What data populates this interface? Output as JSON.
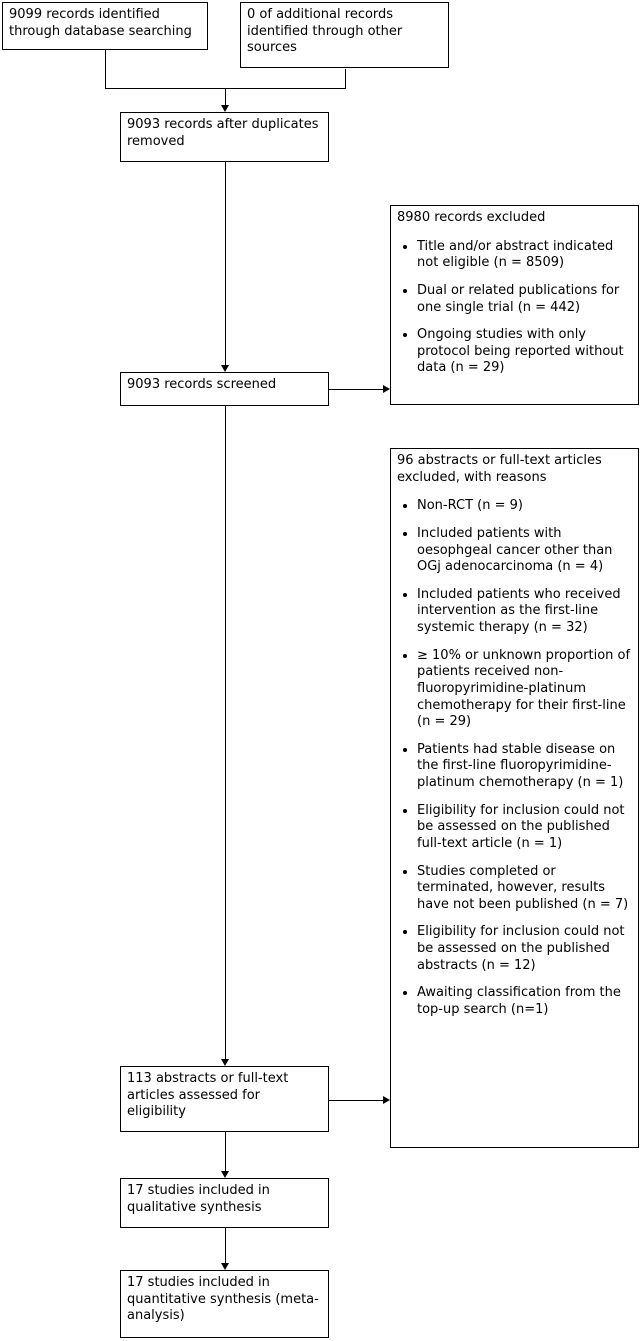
{
  "diagram": {
    "boxes": {
      "db_search": {
        "text": "9099 records identified through database searching"
      },
      "other_sources": {
        "text": "0 of additional records identified through other sources"
      },
      "after_duplicates": {
        "text": "9093 records after duplicates removed"
      },
      "screened": {
        "text": "9093 records screened"
      },
      "records_excluded": {
        "title": "8980 records excluded",
        "bullets": [
          "Title and/or abstract indicated not eligible (n = 8509)",
          "Dual or related publications for one single trial (n = 442)",
          "Ongoing studies with only protocol being reported without data (n = 29)"
        ]
      },
      "assessed": {
        "text": "113 abstracts or full-text articles assessed for eligibility"
      },
      "articles_excluded": {
        "title": "96 abstracts or full-text articles excluded, with reasons",
        "bullets": [
          "Non-RCT (n = 9)",
          "Included patients with oesophgeal cancer other than OGj adenocarcinoma (n = 4)",
          "Included patients who received intervention as the first-line systemic therapy (n = 32)",
          "≥ 10% or unknown proportion of patients received non-fluoropyrimidine-platinum chemotherapy for their first-line (n = 29)",
          "Patients had stable disease on the first-line fluoropyrimidine-platinum chemotherapy (n = 1)",
          "Eligibility for inclusion could not be assessed on the published full-text article (n = 1)",
          "Studies completed or terminated, however, results have not been published (n = 7)",
          "Eligibility for inclusion could not be assessed on the published abstracts (n = 12)",
          "Awaiting classification from the top-up search (n=1)"
        ]
      },
      "qualitative": {
        "text": "17 studies included in qualitative synthesis"
      },
      "quantitative": {
        "text": "17 studies included in quantitative synthesis (meta-analysis)"
      }
    },
    "colors": {
      "line": "#000000",
      "box_border": "#000000",
      "background": "#ffffff"
    }
  }
}
